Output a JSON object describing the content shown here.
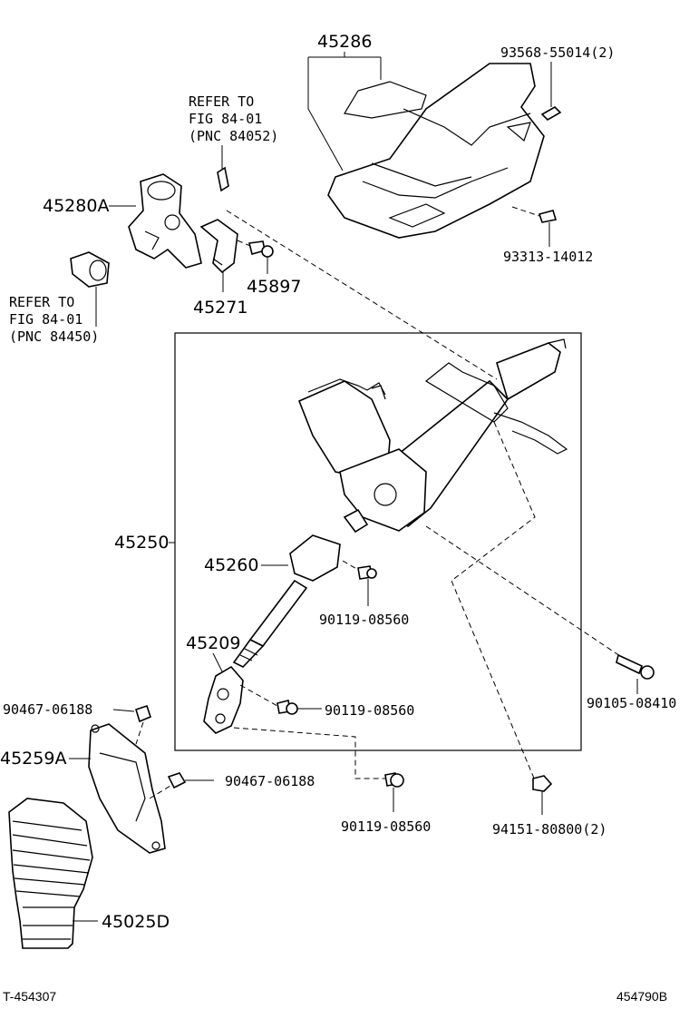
{
  "labels": {
    "p45286": "45286",
    "p93568": "93568-55014(2)",
    "p93313": "93313-14012",
    "ref1_l1": "REFER TO",
    "ref1_l2": "FIG 84-01",
    "ref1_l3": "(PNC 84052)",
    "p45280a": "45280A",
    "p45897": "45897",
    "p45271": "45271",
    "ref2_l1": "REFER TO",
    "ref2_l2": "FIG 84-01",
    "ref2_l3": "(PNC 84450)",
    "p45250": "45250",
    "p45260": "45260",
    "p90119a": "90119-08560",
    "p45209": "45209",
    "p90119b": "90119-08560",
    "p90105": "90105-08410",
    "p90467a": "90467-06188",
    "p45259a": "45259A",
    "p90467b": "90467-06188",
    "p90119c": "90119-08560",
    "p94151": "94151-80800(2)",
    "p45025d": "45025D"
  },
  "footer": {
    "left_code": "T-454307",
    "right_code": "454790B"
  },
  "icons": [
    "column-cover-icon",
    "ignition-housing-icon",
    "steering-column-icon",
    "intermediate-shaft-icon",
    "universal-joint-icon",
    "hole-cover-icon",
    "boot-icon",
    "bolt-icon",
    "clip-icon"
  ]
}
